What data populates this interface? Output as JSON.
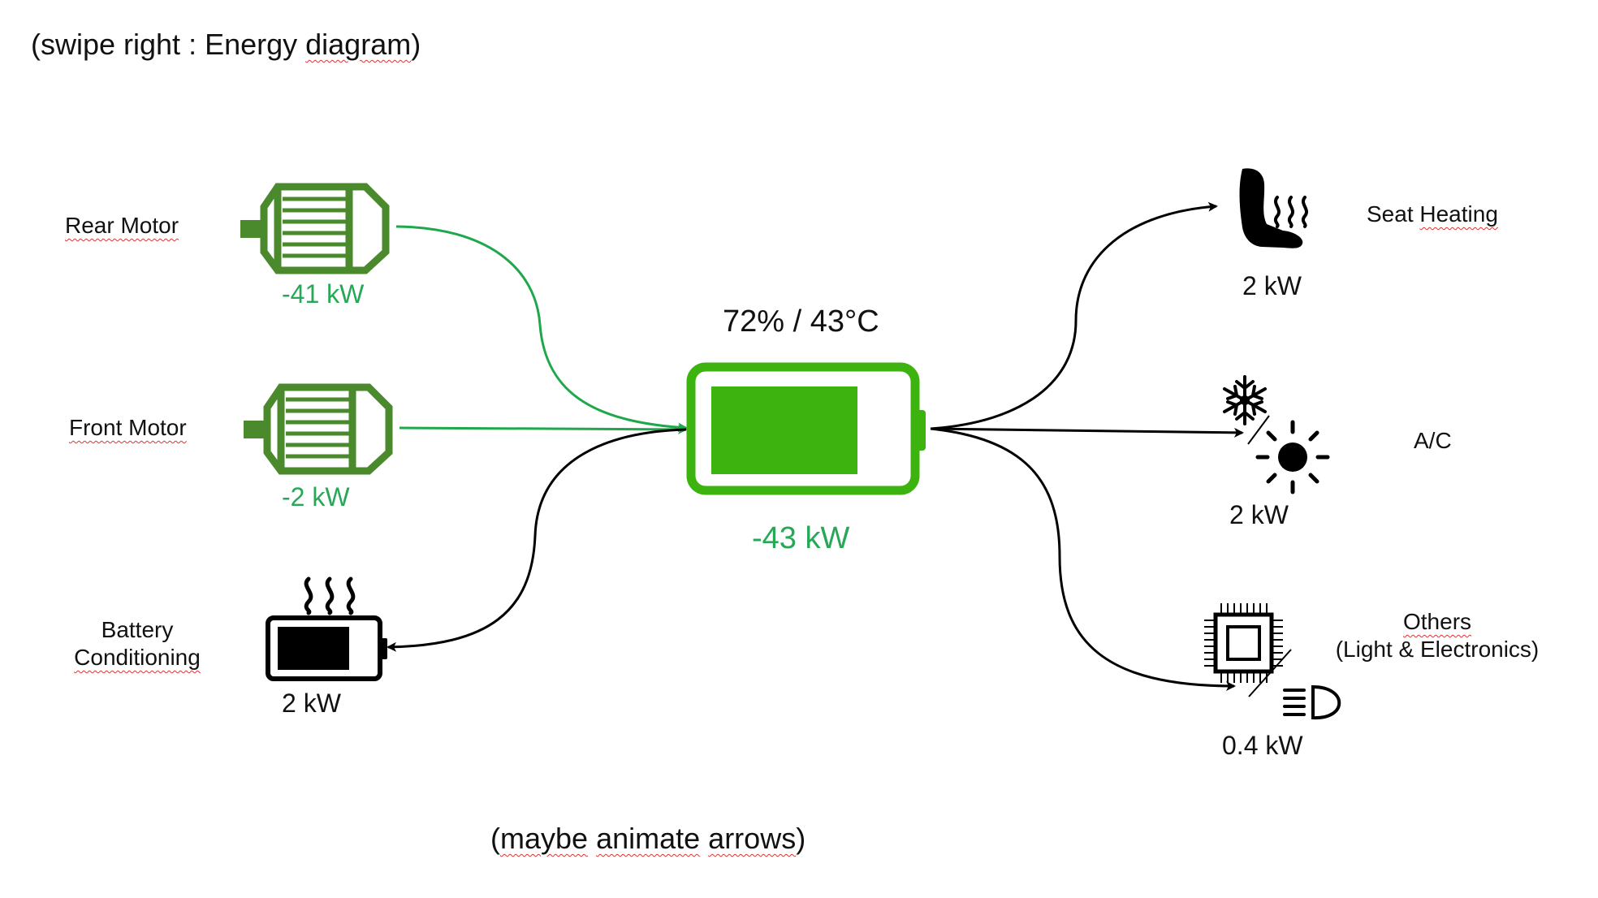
{
  "notes": {
    "top": "(swipe right : Energy diagram)",
    "bottom": "(maybe animate arrows)"
  },
  "battery": {
    "status": "72% / 43°C",
    "power": "-43 kW",
    "charge_level_pct": 72
  },
  "sources": [
    {
      "label": "Rear Motor",
      "power": "-41 kW",
      "icon": "motor-icon"
    },
    {
      "label": "Front Motor",
      "power": "-2 kW",
      "icon": "motor-icon"
    }
  ],
  "battery_conditioning": {
    "label_line1": "Battery",
    "label_line2": "Conditioning",
    "power": "2 kW",
    "icon": "heated-battery-icon"
  },
  "consumers": [
    {
      "label": "Seat Heating",
      "power": "2 kW",
      "icons": [
        "seat-heating-icon"
      ]
    },
    {
      "label": "A/C",
      "power": "2 kW",
      "icons": [
        "snowflake-icon",
        "sun-icon"
      ]
    },
    {
      "label_line1": "Others",
      "label_line2": "(Light & Electronics)",
      "power": "0.4 kW",
      "icons": [
        "chip-icon",
        "headlight-icon"
      ]
    }
  ],
  "colors": {
    "source_green": "#4b8a2c",
    "battery_green": "#3cb30f",
    "power_text_green": "#26a856",
    "flow_in": "#1ea84b",
    "flow_out": "#000000",
    "spellcheck_underline": "#d33333"
  }
}
